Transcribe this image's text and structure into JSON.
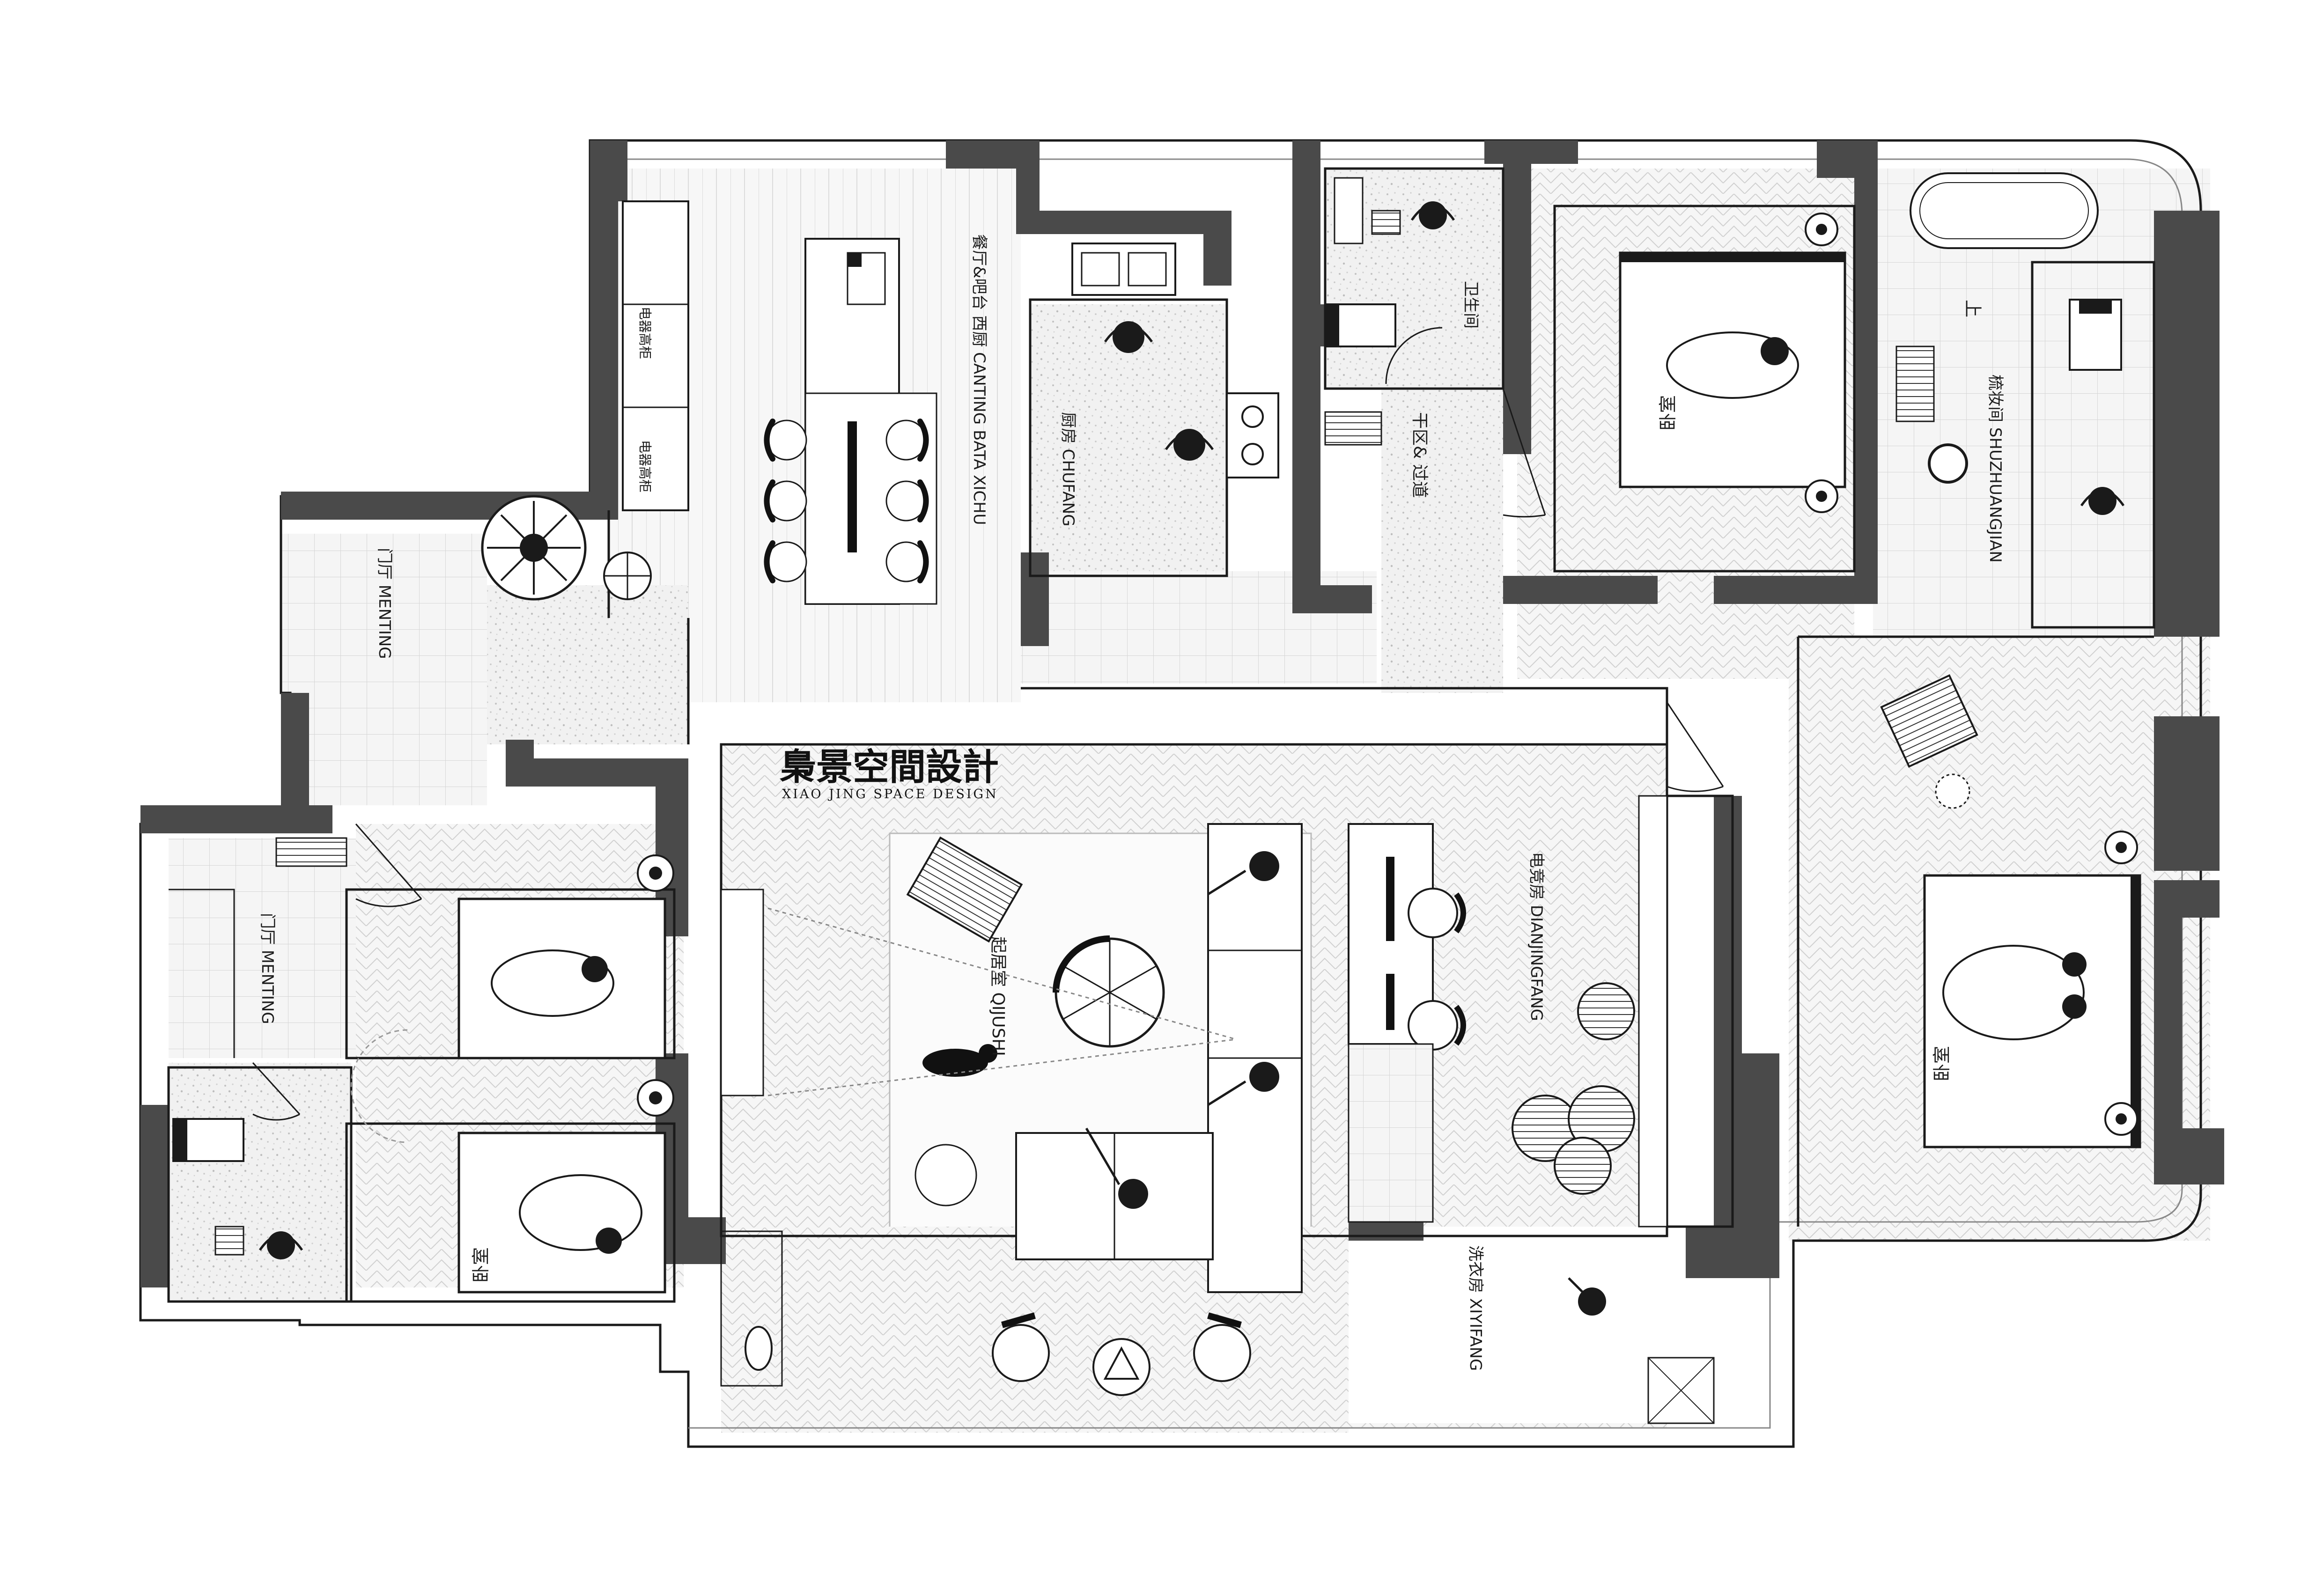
{
  "brand": {
    "name_cn": "梟景空間設計",
    "name_en": "XIAO JING SPACE DESIGN"
  },
  "rooms": {
    "dining": "餐厅&吧台 西厨 CANTING BATA XICHU",
    "cabinet_1": "电器高柜",
    "cabinet_2": "电器高柜",
    "kitchen": "厨房 CHUFANG",
    "entry": "门厅 MENTING",
    "toilet": "卫生间",
    "dry_area": "干区& 过道",
    "bedroom_top": "卧室",
    "dressing": "梳妆间 SHUZHUANGJIAN",
    "toilet_mark": "上",
    "entry_2": "门厅 MENTING",
    "living": "起居室 QIJUSHI",
    "esports": "电竞房 DIANJINGFANG",
    "laundry": "洗衣房 XIYIFANG",
    "bedroom_left": "卧室",
    "bedroom_right": "卧室"
  },
  "colors": {
    "wall": "#4a4a4a",
    "floor": "#f3f3f3",
    "ink": "#1a1a1a",
    "line": "#888888"
  }
}
